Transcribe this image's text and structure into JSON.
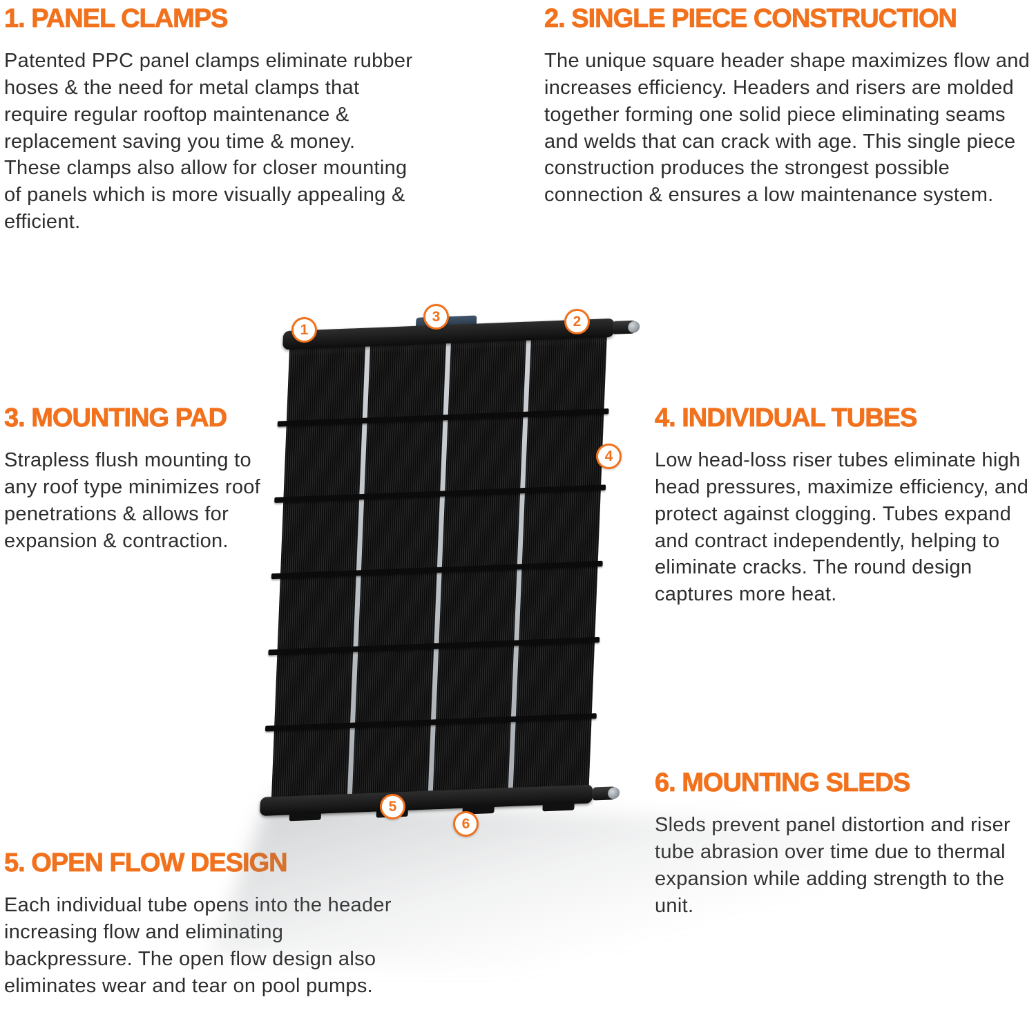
{
  "accent_color": "#f2711c",
  "text_color": "#2d2d2d",
  "background_color": "#ffffff",
  "sections": [
    {
      "title": "1. PANEL CLAMPS",
      "body": "Patented PPC panel clamps eliminate rubber hoses & the need for metal clamps that require regular rooftop maintenance & replacement saving you time & money. These clamps also allow for closer mounting of panels which is more visually appealing & efficient."
    },
    {
      "title": "2. SINGLE PIECE CONSTRUCTION",
      "body": "The unique square header shape maximizes flow and increases efficiency. Headers and risers are molded together forming one solid piece eliminating seams and welds that can crack with age. This single piece construction produces the strongest possible connection & ensures a low maintenance system."
    },
    {
      "title": "3. MOUNTING PAD",
      "body": "Strapless flush mounting to any roof type minimizes roof penetrations & allows for expansion & contraction."
    },
    {
      "title": "4. INDIVIDUAL TUBES",
      "body": "Low head-loss riser tubes eliminate high head pressures, maximize efficiency, and protect against clogging. Tubes expand and contract independently, helping to eliminate cracks. The round design captures more heat."
    },
    {
      "title": "5. OPEN FLOW DESIGN",
      "body": "Each individual tube opens into the header increasing flow and eliminating backpressure. The open flow design also eliminates wear and tear on pool pumps."
    },
    {
      "title": "6. MOUNTING SLEDS",
      "body": "Sleds prevent panel distortion and riser tube abrasion over time due to thermal expansion while adding strength to the unit."
    }
  ],
  "callouts": [
    {
      "n": "1"
    },
    {
      "n": "2"
    },
    {
      "n": "3"
    },
    {
      "n": "4"
    },
    {
      "n": "5"
    },
    {
      "n": "6"
    }
  ]
}
